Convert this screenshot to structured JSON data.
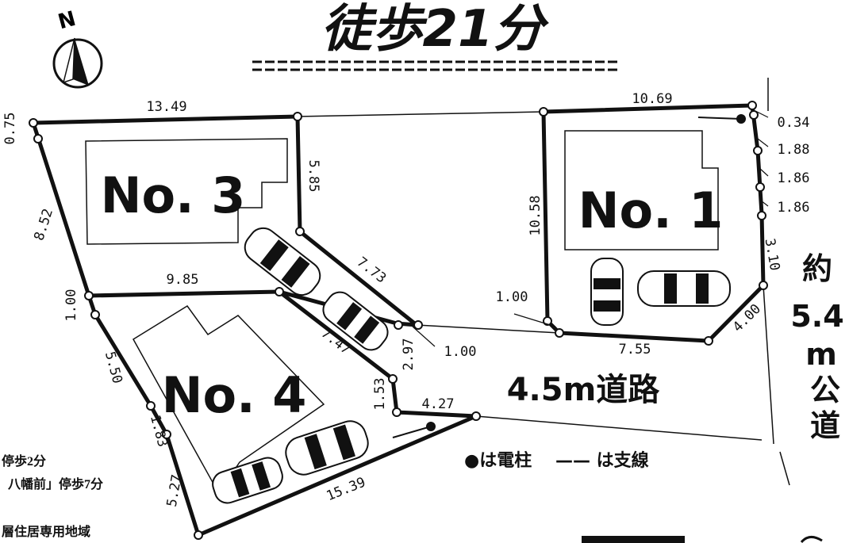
{
  "header": {
    "title": "徒歩21分",
    "north": "N"
  },
  "lots": [
    {
      "id": "no1",
      "label": "No. 1"
    },
    {
      "id": "no3",
      "label": "No. 3"
    },
    {
      "id": "no4",
      "label": "No. 4"
    }
  ],
  "dimensions": {
    "d13_49": "13.49",
    "d0_75": "0.75",
    "d8_52": "8.52",
    "d5_85": "5.85",
    "d9_85": "9.85",
    "d7_73": "7.73",
    "d7_47": "7.47",
    "d1_00_a": "1.00",
    "d5_50": "5.50",
    "d1_83": "1.83",
    "d5_27": "5.27",
    "d15_39": "15.39",
    "d1_53": "1.53",
    "d2_97": "2.97",
    "d1_00_b": "1.00",
    "d4_27": "4.27",
    "d10_69": "10.69",
    "d10_58": "10.58",
    "d0_34": "0.34",
    "d1_88": "1.88",
    "d1_86_a": "1.86",
    "d1_86_b": "1.86",
    "d3_10": "3.10",
    "d4_00": "4.00",
    "d7_55": "7.55",
    "d1_00_c": "1.00"
  },
  "roads": {
    "private_road": "4.5m道路",
    "public_road": [
      "約",
      "5.4",
      "m",
      "公",
      "道"
    ]
  },
  "legend": {
    "pole": "●は電柱",
    "wire": "—— は支線"
  },
  "notes": {
    "line1": "停歩2分",
    "line2": "」八幡前」停歩7分",
    "line3": "層住居専用地域"
  }
}
